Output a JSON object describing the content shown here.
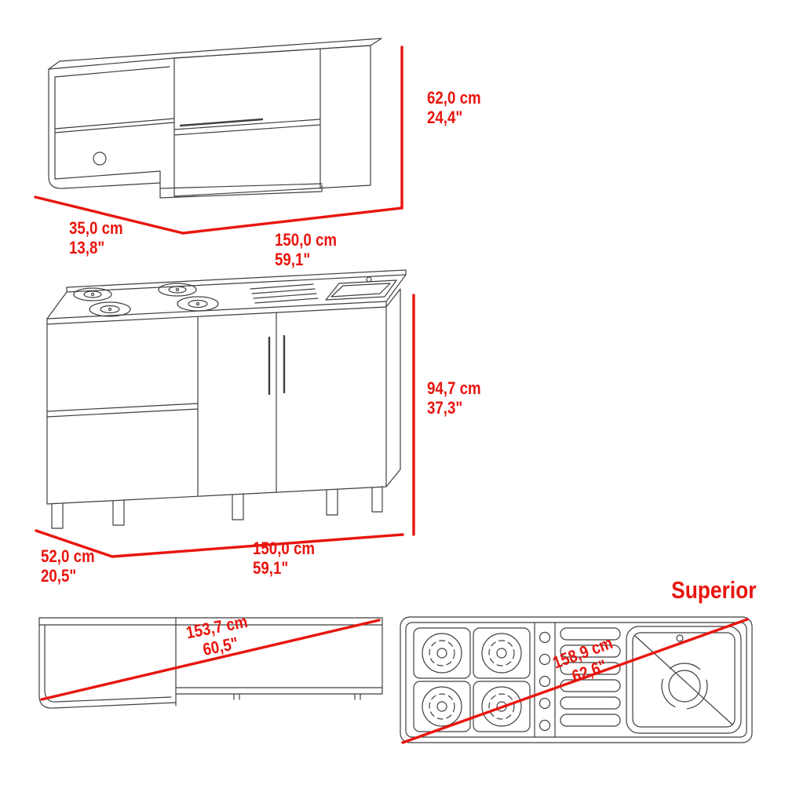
{
  "accent_color": "#e8150e",
  "line_color": "#3f3f3f",
  "sheet": {
    "view_label": "Superior"
  },
  "wall_cabinet": {
    "height_cm": "62,0 cm",
    "height_in": "24,4\"",
    "depth_cm": "35,0 cm",
    "depth_in": "13,8\"",
    "width_cm": "150,0 cm",
    "width_in": "59,1\""
  },
  "base_cabinet": {
    "height_cm": "94,7 cm",
    "height_in": "37,3\"",
    "depth_cm": "52,0 cm",
    "depth_in": "20,5\"",
    "width_cm": "150,0 cm",
    "width_in": "59,1\""
  },
  "front_view": {
    "diagonal_cm": "153,7 cm",
    "diagonal_in": "60,5\""
  },
  "top_view": {
    "diagonal_cm": "158,9 cm",
    "diagonal_in": "62,6\""
  }
}
